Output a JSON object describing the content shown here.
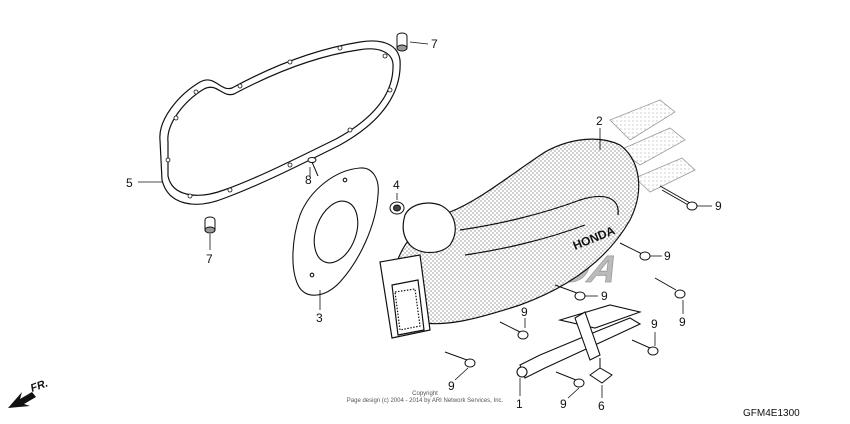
{
  "diagram": {
    "callouts": [
      {
        "id": "c7a",
        "label": "7"
      },
      {
        "id": "c5",
        "label": "5"
      },
      {
        "id": "c7b",
        "label": "7"
      },
      {
        "id": "c8",
        "label": "8"
      },
      {
        "id": "c3",
        "label": "3"
      },
      {
        "id": "c4",
        "label": "4"
      },
      {
        "id": "c2",
        "label": "2"
      },
      {
        "id": "c9a",
        "label": "9"
      },
      {
        "id": "c9b",
        "label": "9"
      },
      {
        "id": "c9c",
        "label": "9"
      },
      {
        "id": "c9d",
        "label": "9"
      },
      {
        "id": "c9e",
        "label": "9"
      },
      {
        "id": "c9f",
        "label": "9"
      },
      {
        "id": "c9g",
        "label": "9"
      },
      {
        "id": "c9h",
        "label": "9"
      },
      {
        "id": "c1",
        "label": "1"
      },
      {
        "id": "c6",
        "label": "6"
      }
    ],
    "copyright_line1": "Copyright",
    "copyright_line2": "Page design (c) 2004 - 2014 by ARI Network Services, Inc.",
    "diagram_code": "GFM4E1300",
    "front_arrow_label": "FR.",
    "brand_mark": "HONDA",
    "brand_mark_small": "HONDA"
  }
}
